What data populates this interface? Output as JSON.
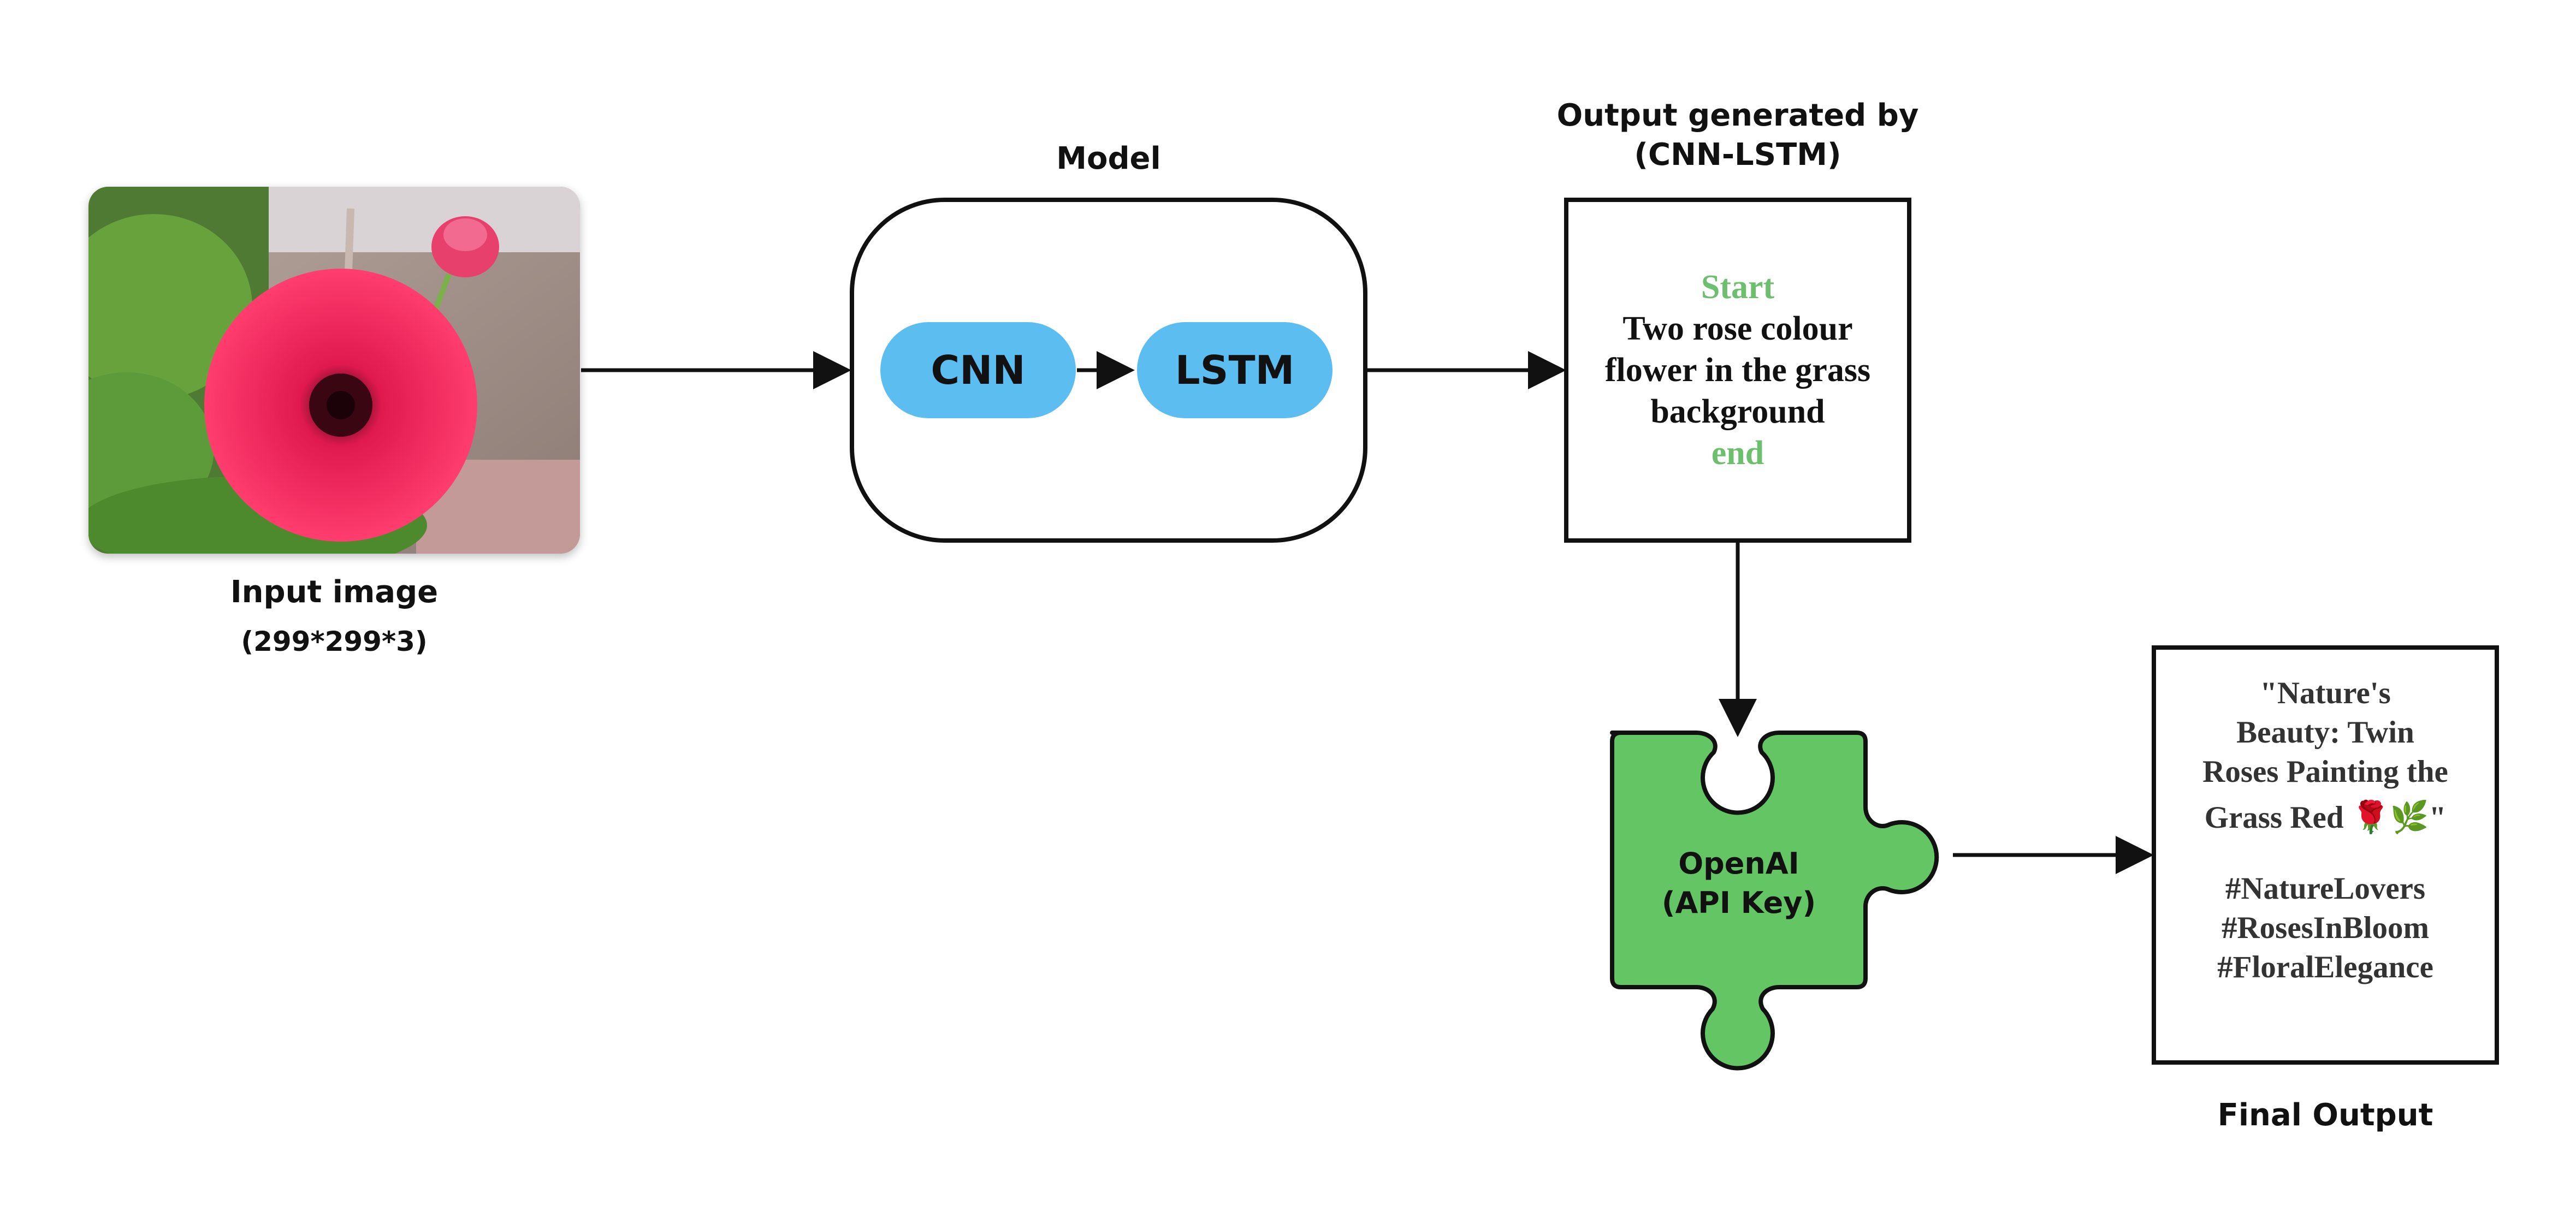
{
  "input": {
    "title": "Input image",
    "dims": "(299*299*3)"
  },
  "model": {
    "title": "Model",
    "cnn_label": "CNN",
    "lstm_label": "LSTM"
  },
  "output": {
    "title_line1": "Output generated by",
    "title_line2": "(CNN-LSTM)",
    "start_token": "Start",
    "caption_lines": [
      "Two rose colour",
      "flower in the grass",
      "background"
    ],
    "end_token": "end"
  },
  "openai": {
    "line1": "OpenAI",
    "line2": "(API Key)"
  },
  "final": {
    "quote_lines": [
      "\"Nature's",
      "Beauty: Twin",
      "Roses Painting the",
      "Grass Red 🌹🌿\""
    ],
    "hashtags": [
      "#NatureLovers",
      "#RosesInBloom",
      "#FloralElegance"
    ],
    "title": "Final Output"
  },
  "colors": {
    "pill": "#5bbdf0",
    "puzzle": "#64c564",
    "token": "#6cbf6c",
    "stroke": "#111111"
  },
  "icons": {
    "input_photo": "pink-gerbera-flower-photo",
    "openai": "puzzle-piece-icon"
  }
}
